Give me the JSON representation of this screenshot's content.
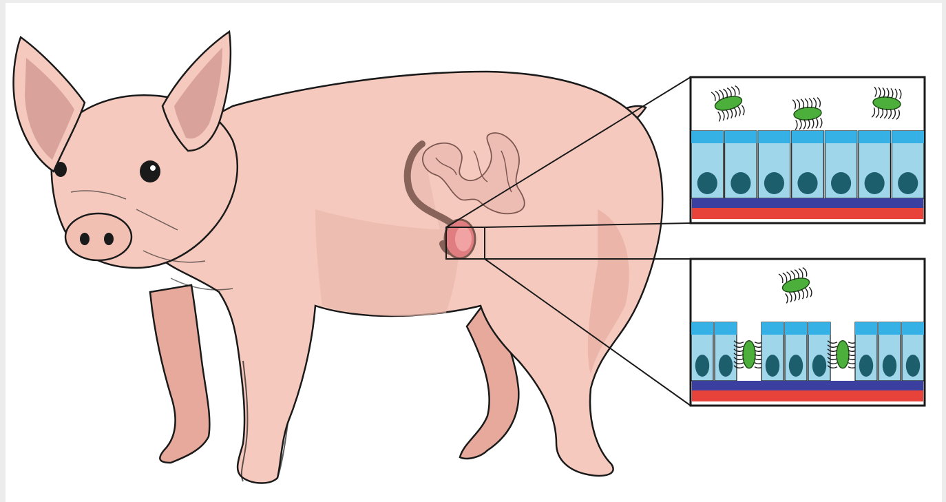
{
  "figure": {
    "subject": "pig",
    "organ": "intestine",
    "panels": [
      {
        "id": "healthy-epithelium",
        "cells": 7,
        "gaps": [],
        "bacteria_above": 3,
        "bacteria_in_gaps": 0
      },
      {
        "id": "damaged-epithelium",
        "cells": 8,
        "gaps": [
          2,
          6
        ],
        "bacteria_above": 1,
        "bacteria_in_gaps": 2
      }
    ]
  },
  "colors": {
    "background": "#ececec",
    "canvas": "#ffffff",
    "pig_skin": "#f5c9bd",
    "pig_shade": "#e6a99c",
    "pig_dark": "#b98a80",
    "ear_inner": "#d9a29a",
    "intestine": "#edbdb4",
    "cell_fill": "#9fd6ea",
    "cell_top": "#35b1e6",
    "nucleus": "#1d5e6c",
    "basement_blue": "#3b3fa0",
    "basement_red": "#e8433a",
    "bacteria": "#4cae3b",
    "outline": "#1a1a1a"
  }
}
